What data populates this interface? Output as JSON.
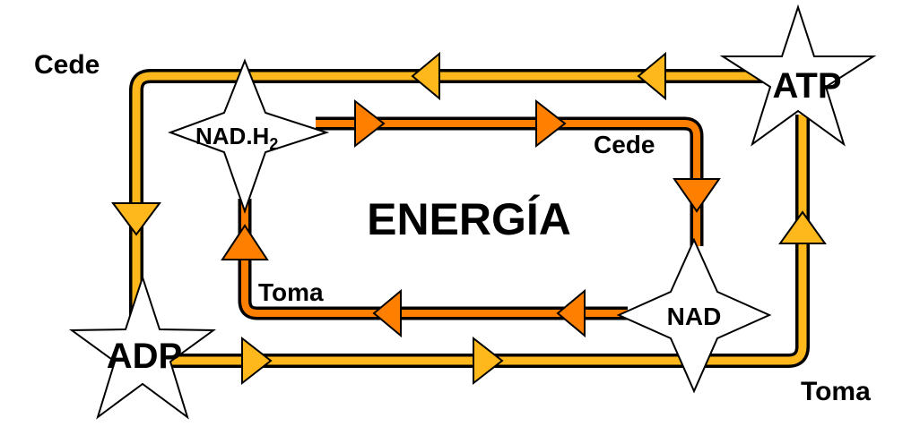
{
  "title": "ENERGÍA",
  "nodes": {
    "atp": "ATP",
    "adp": "ADP",
    "nad": "NAD",
    "nadh2_main": "NAD.H",
    "nadh2_sub": "2"
  },
  "labels": {
    "cede_top": "Cede",
    "cede_inner": "Cede",
    "toma_inner": "Toma",
    "toma_bottom": "Toma"
  },
  "colors": {
    "outer_loop": "#FFB81C",
    "inner_loop": "#FF8000",
    "outline": "#000000",
    "star_fill": "#FFFFFF"
  }
}
